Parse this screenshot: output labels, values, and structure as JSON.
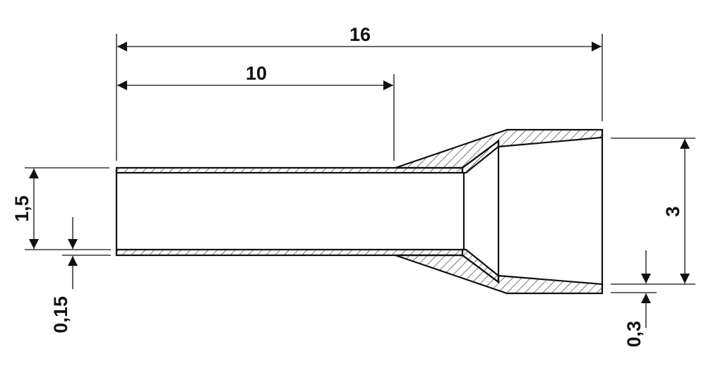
{
  "drawing": {
    "title": "Ferrule dimension drawing",
    "line_color": "#111111",
    "dimensions": {
      "overall_length": "16",
      "tube_length": "10",
      "tube_inner_diameter": "1,5",
      "tube_wall": "0,15",
      "collar_diameter": "3",
      "collar_wall": "0,3"
    }
  }
}
